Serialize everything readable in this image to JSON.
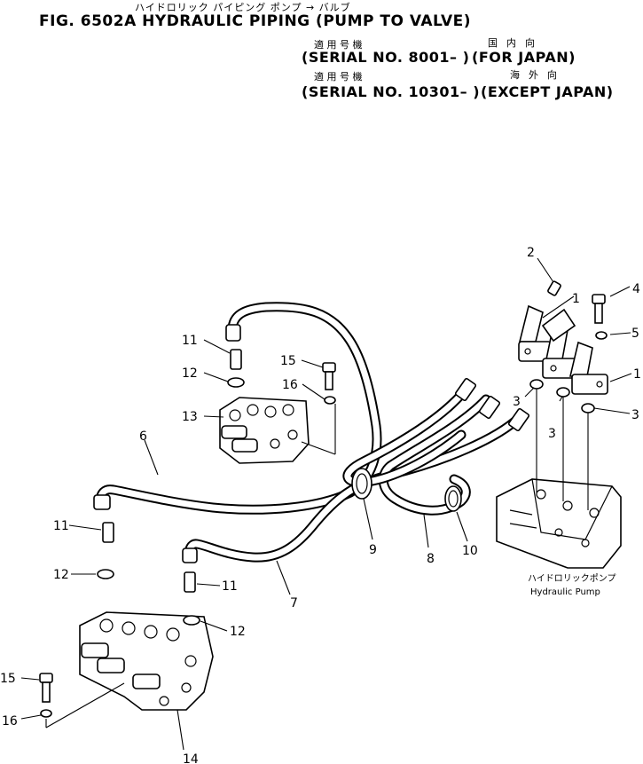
{
  "header": {
    "kana_title": "ハイドロリック パイピング ポンプ → バルブ",
    "fig_title": "FIG. 6502A  HYDRAULIC PIPING (PUMP TO VALVE)",
    "kana_serial_1": "適 用 号 機",
    "kana_region_1": "国内向",
    "serial_1": "(SERIAL NO. 8001– )",
    "region_1": "(FOR JAPAN)",
    "kana_serial_2": "適 用 号 機",
    "kana_region_2": "海外向",
    "serial_2": "(SERIAL NO. 10301– )",
    "region_2": "(EXCEPT JAPAN)"
  },
  "pump": {
    "label_kana": "ハイドロリックポンプ",
    "label": "Hydraulic Pump"
  },
  "callouts": {
    "c1a": "1",
    "c1b": "1",
    "c2": "2",
    "c3a": "3",
    "c3b": "3",
    "c3c": "3",
    "c4": "4",
    "c5": "5",
    "c6": "6",
    "c7": "7",
    "c8": "8",
    "c9": "9",
    "c10": "10",
    "c11a": "11",
    "c11b": "11",
    "c11c": "11",
    "c12a": "12",
    "c12b": "12",
    "c12c": "12",
    "c13": "13",
    "c14": "14",
    "c15a": "15",
    "c15b": "15",
    "c16a": "16",
    "c16b": "16"
  }
}
